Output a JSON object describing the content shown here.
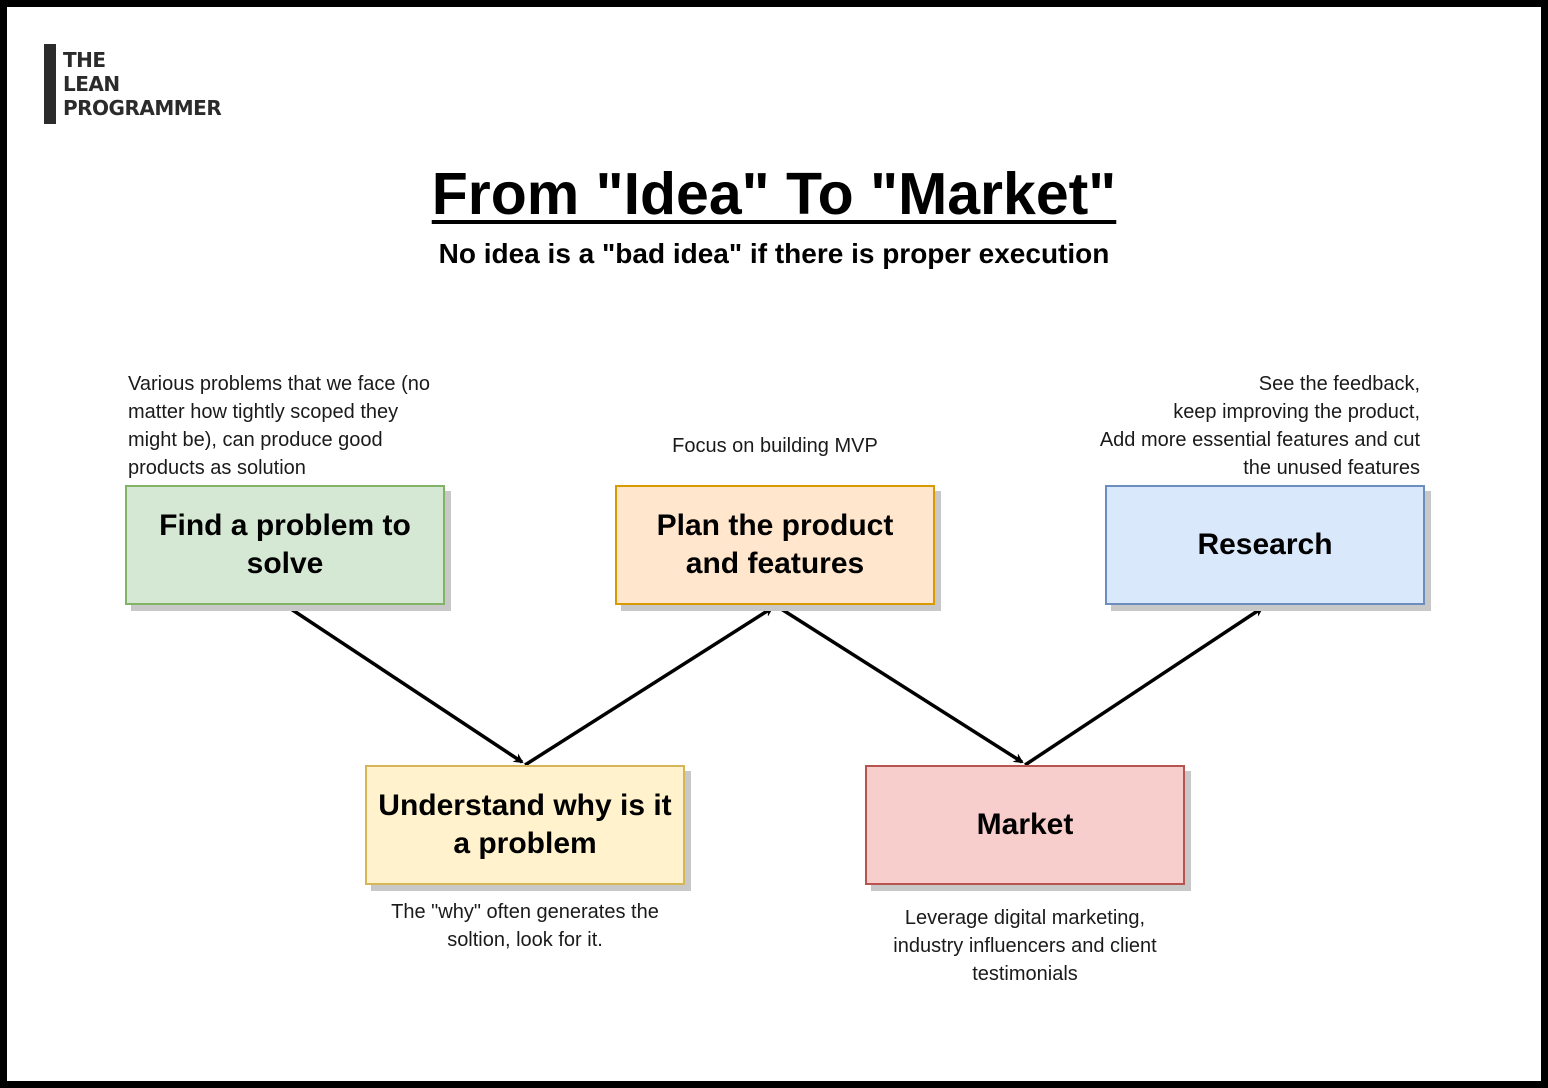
{
  "logo": {
    "lines": [
      "THE",
      "LEAN",
      "PROGRAMMER"
    ]
  },
  "title": "From \"Idea\" To \"Market\"",
  "subtitle": "No idea is a \"bad idea\" if there is proper execution",
  "colors": {
    "find_fill": "#d5e8d4",
    "find_border": "#82b366",
    "understand_fill": "#fff2cc",
    "understand_border": "#d6b656",
    "plan_fill": "#ffe6cc",
    "plan_border": "#d79b00",
    "market_fill": "#f8cecc",
    "market_border": "#b85450",
    "research_fill": "#dae8fc",
    "research_border": "#6c8ebf"
  },
  "steps": {
    "find": {
      "label": "Find a problem to solve",
      "note": [
        "Various problems that we face (no",
        "matter how tightly scoped they",
        "might be), can produce good",
        "products as solution"
      ]
    },
    "understand": {
      "label": "Understand why is it a problem",
      "note": [
        "The \"why\" often generates the",
        "soltion, look for it."
      ]
    },
    "plan": {
      "label": "Plan the product and features",
      "note": [
        "Focus on building MVP"
      ]
    },
    "market": {
      "label": "Market",
      "note": [
        "Leverage digital marketing,",
        "industry influencers and client",
        "testimonials"
      ]
    },
    "research": {
      "label": "Research",
      "note": [
        "See the feedback,",
        "keep improving the product,",
        "Add more essential features and cut",
        "the unused features"
      ]
    }
  }
}
